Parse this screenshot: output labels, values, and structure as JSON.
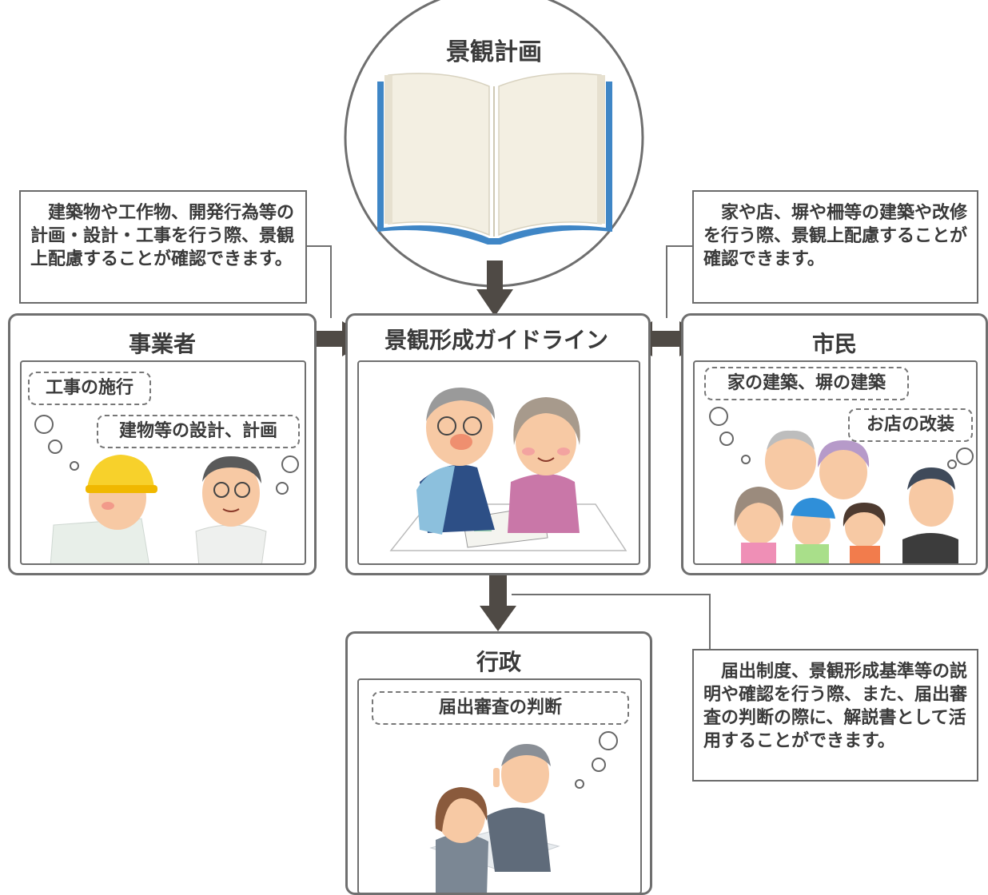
{
  "top": {
    "title": "景観計画"
  },
  "center": {
    "label": "景観形成ガイドライン"
  },
  "left_panel": {
    "title": "事業者",
    "bubble_1": "工事の施行",
    "bubble_2": "建物等の設計、計画"
  },
  "right_panel": {
    "title": "市民",
    "bubble_1": "家の建築、塀の建築",
    "bubble_2": "お店の改装"
  },
  "bottom_panel": {
    "title": "行政",
    "bubble_1": "届出審査の判断"
  },
  "notes": {
    "left": "建築物や工作物、開発行為等の計画・設計・工事を行う際、景観上配慮することが確認できます。",
    "right": "家や店、塀や柵等の建築や改修を行う際、景観上配慮することが確認できます。",
    "bottom_right": "届出制度、景観形成基準等の説明や確認を行う際、また、届出審査の判断の際に、解説書として活用することができます。"
  },
  "colors": {
    "arrow": "#4f4a45",
    "book_cover": "#3f86c6",
    "border": "#6f6f6f"
  }
}
